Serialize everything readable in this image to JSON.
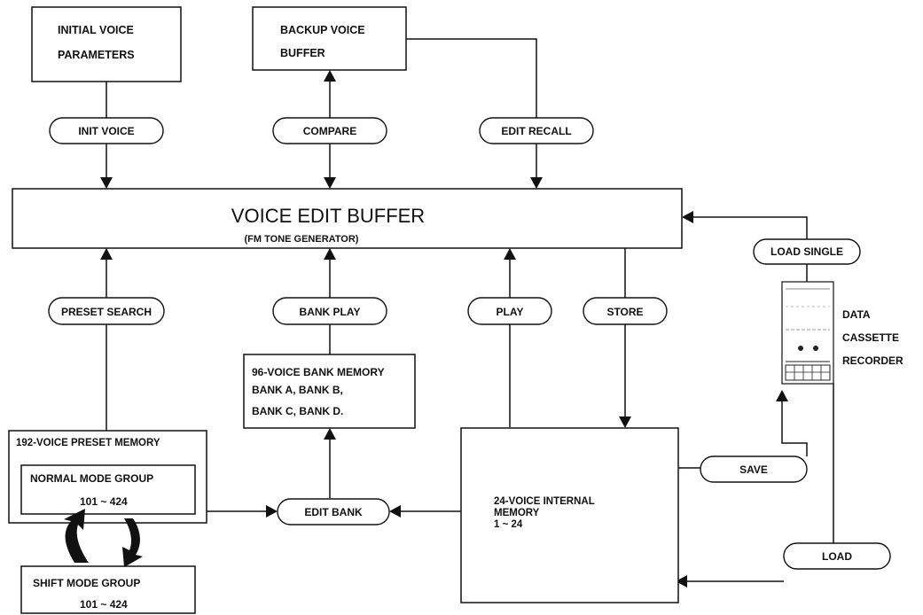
{
  "boxes": {
    "initial_voice": [
      "INITIAL VOICE",
      "PARAMETERS"
    ],
    "backup_voice": [
      "BACKUP VOICE",
      "BUFFER"
    ],
    "voice_edit_buffer": {
      "title": "VOICE EDIT BUFFER",
      "subtitle": "(FM TONE GENERATOR)"
    },
    "bank_memory": [
      "96-VOICE BANK MEMORY",
      "BANK A, BANK B,",
      "BANK C, BANK D."
    ],
    "preset_memory": "192-VOICE PRESET MEMORY",
    "normal_mode": [
      "NORMAL MODE GROUP",
      "101 ~ 424"
    ],
    "shift_mode": [
      "SHIFT MODE GROUP",
      "101 ~ 424"
    ],
    "internal_memory": [
      "24-VOICE INTERNAL",
      "MEMORY",
      "1 ~ 24"
    ],
    "cassette": [
      "DATA",
      "CASSETTE",
      "RECORDER"
    ]
  },
  "operations": {
    "init_voice": "INIT VOICE",
    "compare": "COMPARE",
    "edit_recall": "EDIT RECALL",
    "load_single": "LOAD SINGLE",
    "preset_search": "PRESET SEARCH",
    "bank_play": "BANK PLAY",
    "play": "PLAY",
    "store": "STORE",
    "save": "SAVE",
    "edit_bank": "EDIT BANK",
    "load": "LOAD"
  }
}
